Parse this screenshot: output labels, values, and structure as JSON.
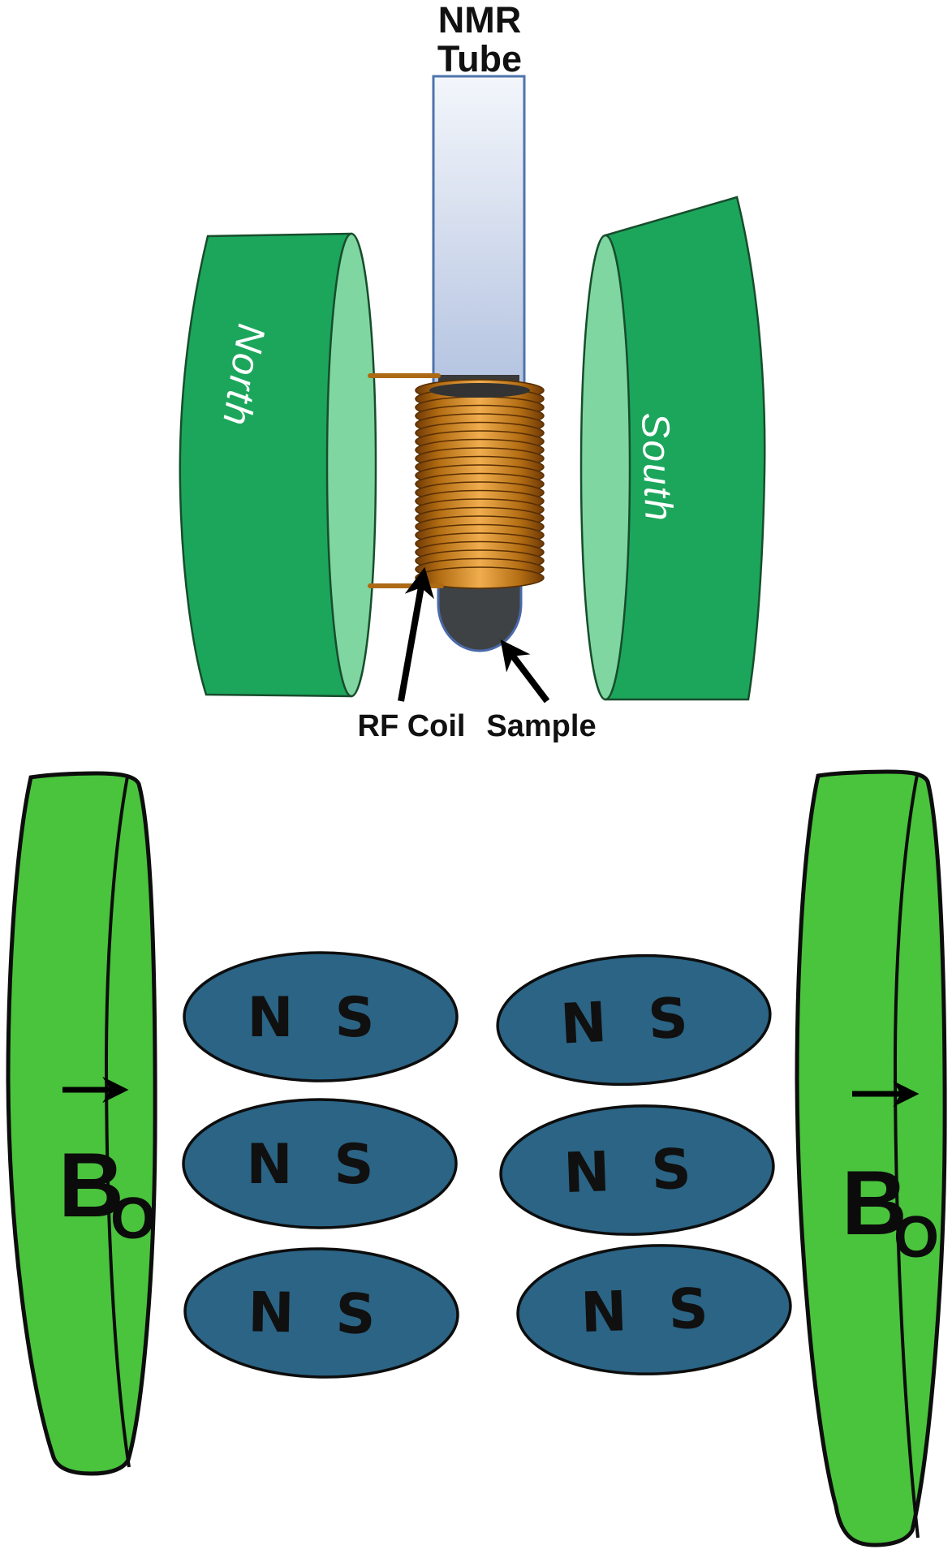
{
  "title_labels": {
    "nmr_line1": "NMR",
    "nmr_line2": "Tube"
  },
  "top_diagram": {
    "north_magnet_label": "North",
    "south_magnet_label": "South",
    "rf_coil_label": "RF Coil",
    "sample_label": "Sample"
  },
  "bottom_diagram": {
    "field_symbol": "B",
    "field_subscript": "O",
    "spin_pole_north": "N",
    "spin_pole_south": "S",
    "spin_count": 6
  },
  "colors": {
    "magnet_body_green": "#1CA65B",
    "magnet_face_green": "#7FD6A0",
    "disk_green": "#4AC33D",
    "spin_ellipse_blue": "#2B6485",
    "coil_copper": "#C9791A",
    "tube_border_blue": "#4F74AD",
    "sample_gray": "#3F4245",
    "wire_copper": "#AD6A14",
    "label_black": "#111111",
    "magnet_label_white": "#FFFFFF"
  }
}
